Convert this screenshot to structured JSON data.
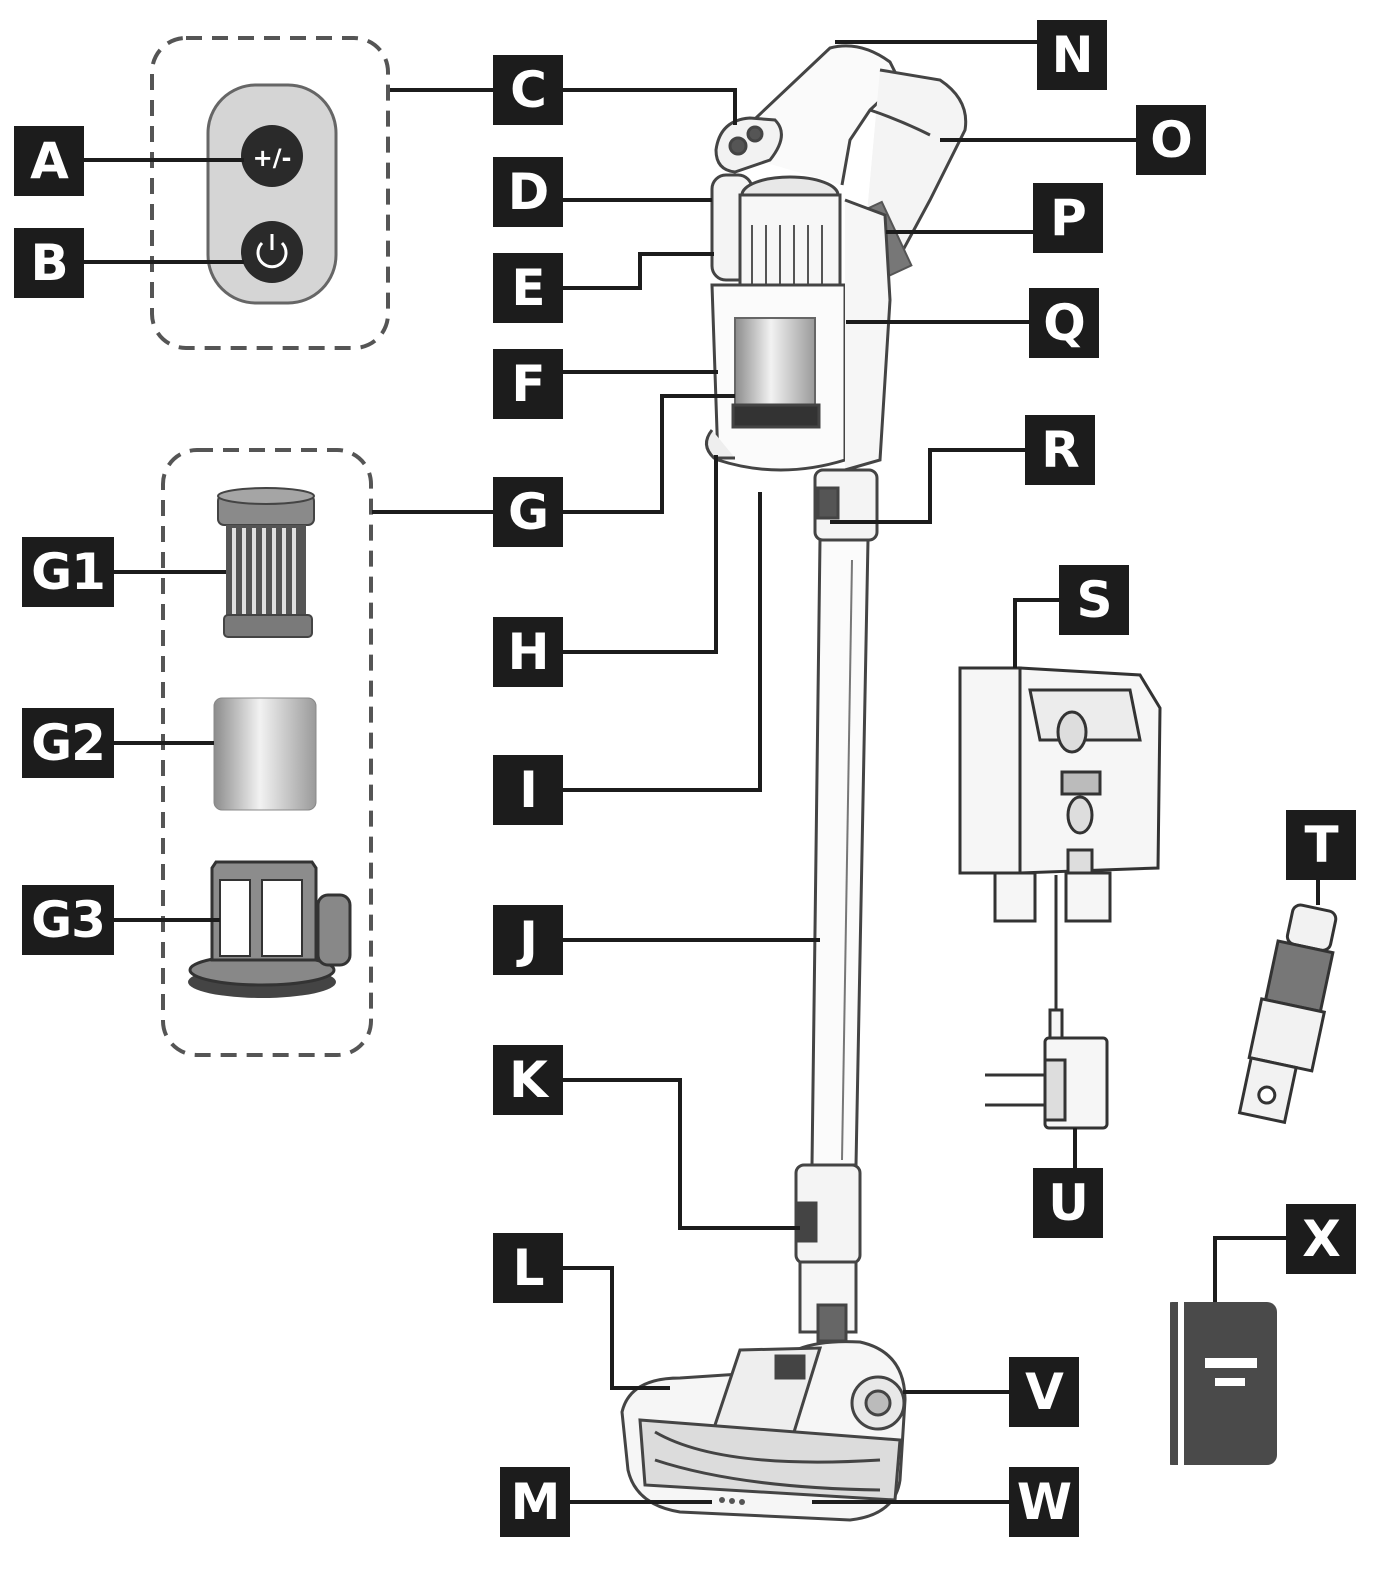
{
  "labels": {
    "A": "A",
    "B": "B",
    "C": "C",
    "D": "D",
    "E": "E",
    "F": "F",
    "G": "G",
    "G1": "G1",
    "G2": "G2",
    "G3": "G3",
    "H": "H",
    "I": "I",
    "J": "J",
    "K": "K",
    "L": "L",
    "M": "M",
    "N": "N",
    "O": "O",
    "P": "P",
    "Q": "Q",
    "R": "R",
    "S": "S",
    "T": "T",
    "U": "U",
    "V": "V",
    "W": "W",
    "X": "X"
  },
  "control_panel": {
    "mode_button": "+/-"
  },
  "colors": {
    "label_bg": "#1c1c1c",
    "label_text": "#ffffff",
    "line": "#1c1c1c",
    "outline": "#444444"
  }
}
